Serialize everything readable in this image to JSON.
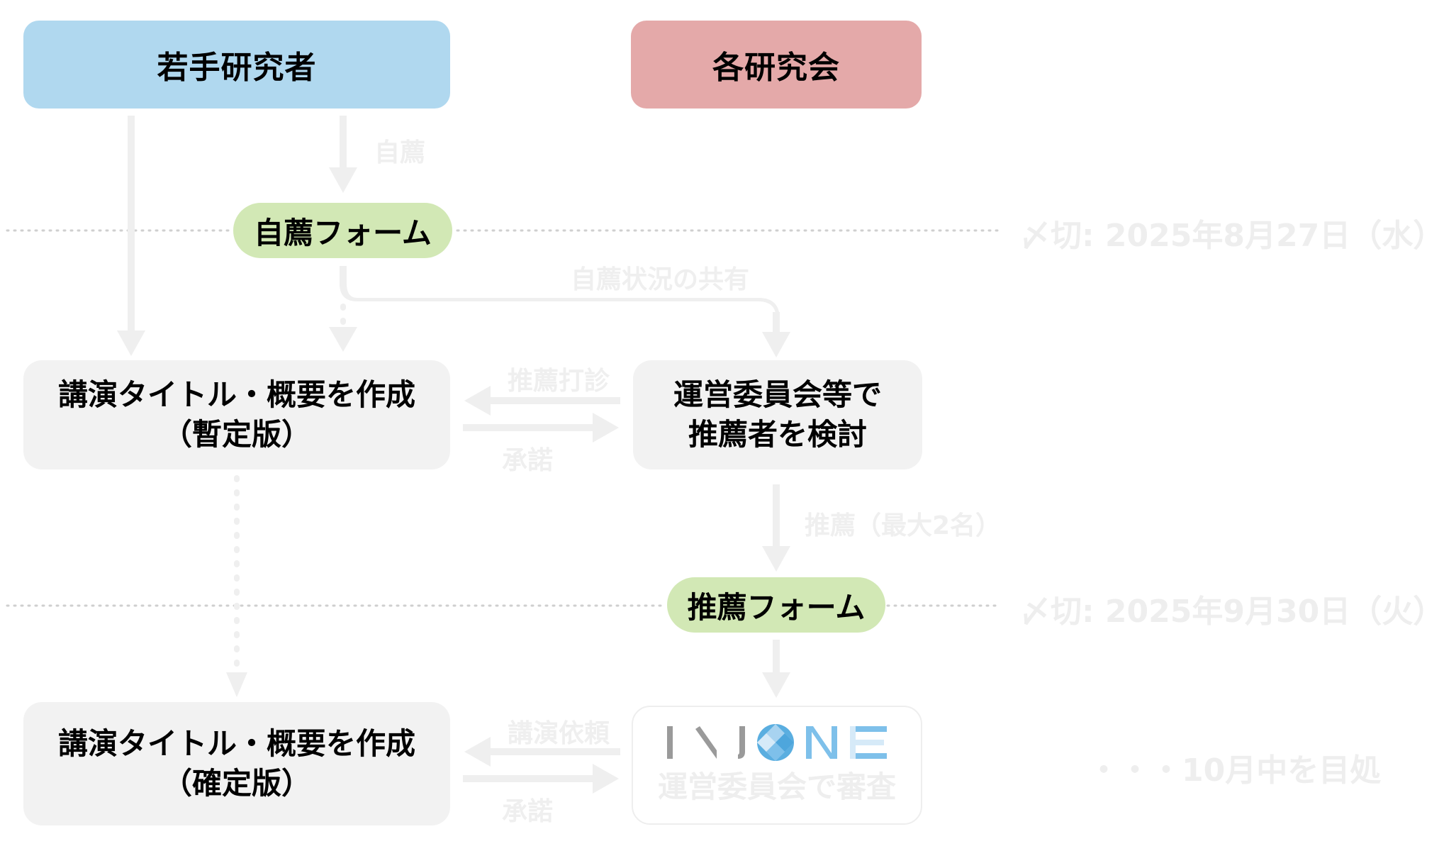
{
  "actors": {
    "young_researcher": "若手研究者",
    "each_society": "各研究会"
  },
  "forms": {
    "self_form": "自薦フォーム",
    "recommend_form": "推薦フォーム"
  },
  "steps": {
    "draft": [
      "講演タイトル・概要を作成",
      "（暫定版）"
    ],
    "committee_review": [
      "運営委員会等で",
      "推薦者を検討"
    ],
    "final": [
      "講演タイトル・概要を作成",
      "（確定版）"
    ],
    "injone_review": "運営委員会で審査"
  },
  "logo": {
    "letters": [
      "I",
      "N",
      "J",
      "O",
      "N",
      "E"
    ],
    "name": "INJONE"
  },
  "arrows": {
    "self_recommend": "自薦",
    "share_status": "自薦状況の共有",
    "sound_out": "推薦打診",
    "accept_1": "承諾",
    "recommend_max": "推薦（最大2名）",
    "lecture_request": "講演依頼",
    "accept_2": "承諾"
  },
  "deadlines": {
    "first": "〆切: 2025年8月27日（水）",
    "second": "〆切: 2025年9月30日（火）",
    "third": "・・・10月中を目処"
  },
  "colors": {
    "researcher": "#b0d8ef",
    "society": "#e4a9a9",
    "form": "#d2e8b5",
    "step": "#f2f2f2",
    "connector": "#efefef",
    "logo_gray": "#9a9a9a",
    "logo_blue": "#5aaee0",
    "logo_light_blue": "#d6eaf8"
  }
}
